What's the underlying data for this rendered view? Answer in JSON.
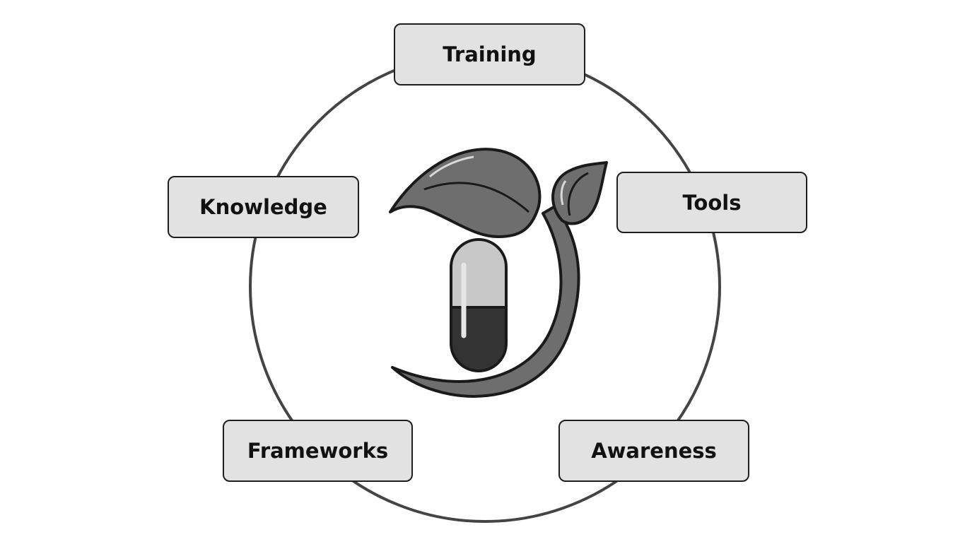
{
  "nodes": {
    "training": "Training",
    "tools": "Tools",
    "awareness": "Awareness",
    "frameworks": "Frameworks",
    "knowledge": "Knowledge"
  },
  "center_icon": "plant-and-capsule-icon",
  "colors": {
    "box_fill": "#e2e2e2",
    "ring": "#444444",
    "leaf": "#6e6e6e",
    "pill_top": "#c8c8c8",
    "pill_bottom": "#333333"
  }
}
